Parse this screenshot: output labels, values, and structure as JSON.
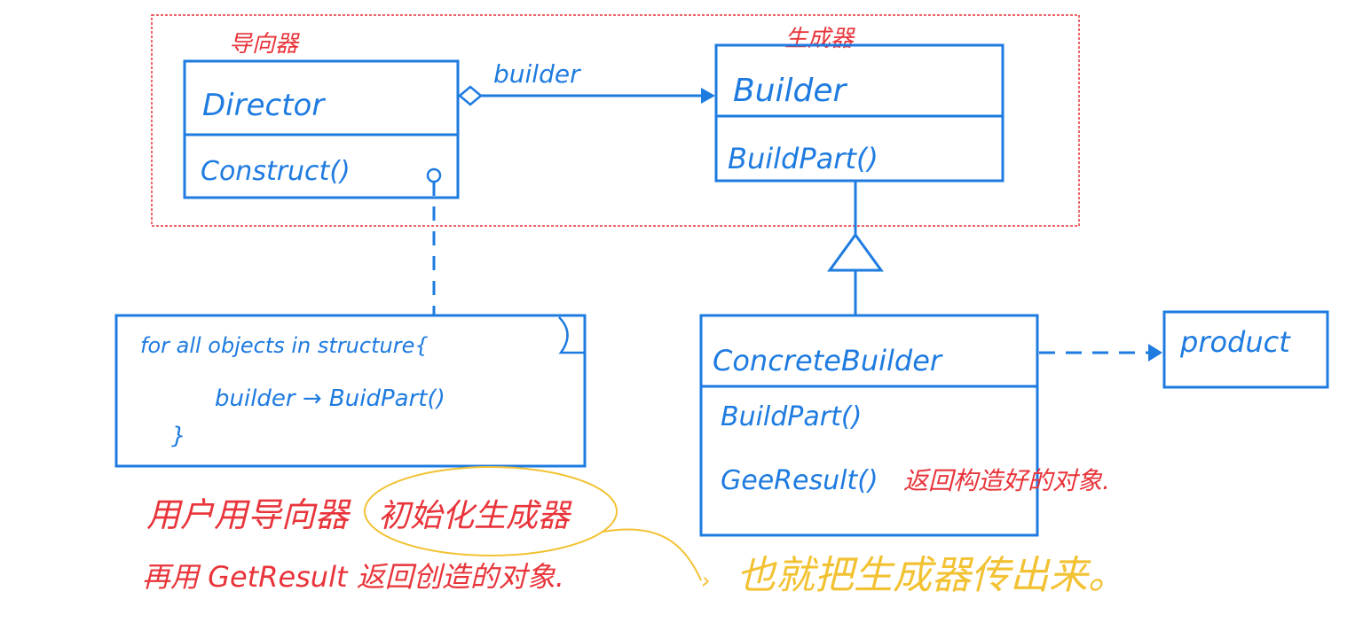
{
  "colors": {
    "ink": "#1e7be0",
    "annotation_red": "#e8343a",
    "annotation_yellow": "#f2c233"
  },
  "director": {
    "name": "Director",
    "method": "Construct()"
  },
  "association_label": "builder",
  "builder": {
    "name": "Builder",
    "method": "BuildPart()"
  },
  "concrete_builder": {
    "name": "ConcreteBuilder",
    "method1": "BuildPart()",
    "method2": "GeeResult()",
    "method2_note": "返回构造好的对象."
  },
  "product": {
    "name": "product"
  },
  "code_note": {
    "line1": "for all objects in structure{",
    "line2": "builder → BuidPart()",
    "line3": "}"
  },
  "annotations": {
    "director_label": "导向器",
    "builder_label": "生成器",
    "line1_prefix": "用户用导向器",
    "line1_circled": "初始化生成器",
    "line2": "再用 GetResult 返回创造的对象.",
    "yellow_note": "也就把生成器传出来。"
  }
}
